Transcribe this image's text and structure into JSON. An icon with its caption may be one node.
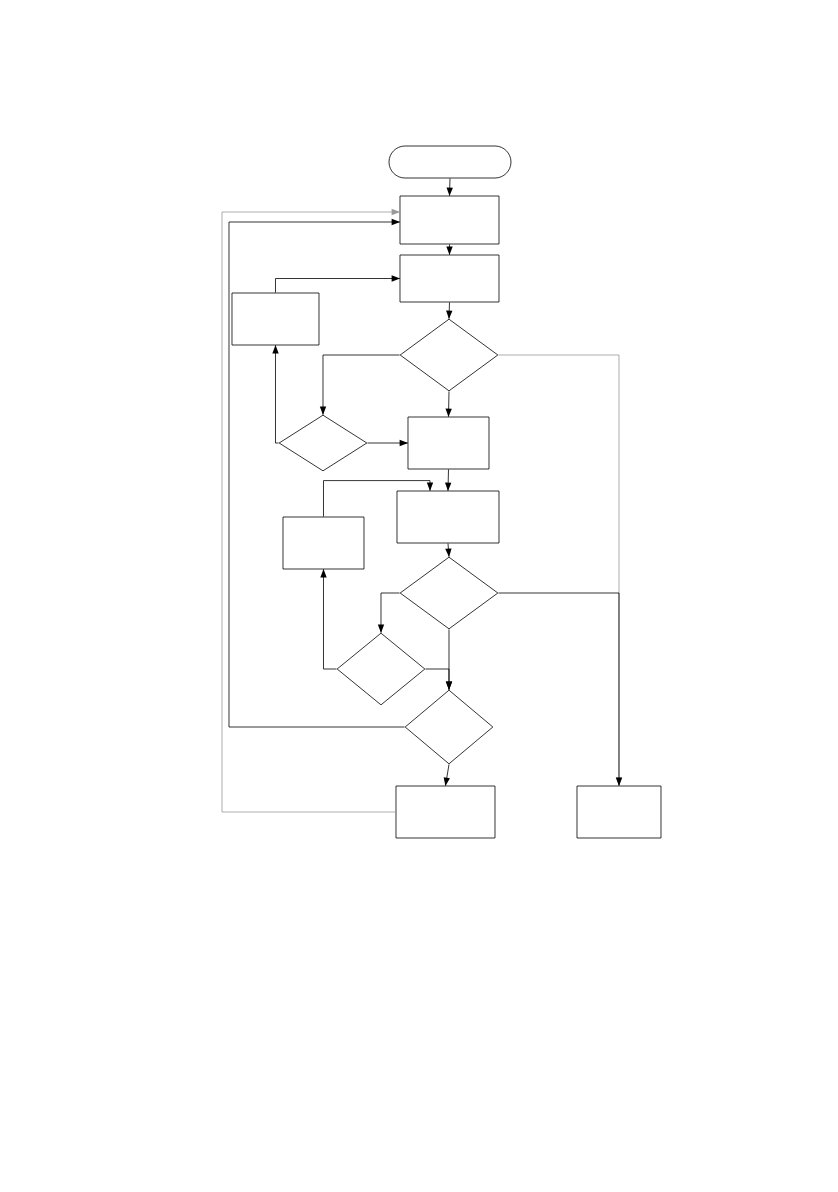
{
  "diagram": {
    "nodes": [
      {
        "text": [],
        "shape": "pill"
      },
      {
        "text": [],
        "shape": "box"
      },
      {
        "text": [],
        "shape": "box"
      },
      {
        "text": [],
        "shape": "box"
      },
      {
        "text": [],
        "shape": "diamond"
      },
      {
        "text": [],
        "shape": "diamond"
      },
      {
        "text": [],
        "shape": "box"
      },
      {
        "text": [],
        "shape": "box"
      },
      {
        "text": [],
        "shape": "box"
      },
      {
        "text": [],
        "shape": "diamond"
      },
      {
        "text": [],
        "shape": "diamond"
      },
      {
        "text": [],
        "shape": "diamond"
      },
      {
        "text": [],
        "shape": "box"
      },
      {
        "text": [],
        "shape": "box"
      }
    ],
    "edges": [
      {
        "from": 0,
        "to": 1,
        "arrow": "to"
      },
      {
        "from": 1,
        "to": 2,
        "arrow": "to"
      },
      {
        "from": 3,
        "to": 2,
        "arrow": "to"
      },
      {
        "from": 2,
        "to": 4,
        "arrow": "to"
      },
      {
        "from": 4,
        "to": 5,
        "arrow": "to"
      },
      {
        "from": 4,
        "to": 6,
        "arrow": "to"
      },
      {
        "from": 5,
        "to": 6,
        "arrow": "to"
      },
      {
        "from": 5,
        "to": 3,
        "arrow": "to"
      },
      {
        "from": 4,
        "to": 13,
        "arrow": "to",
        "color": "#999999"
      },
      {
        "from": 6,
        "to": 8,
        "arrow": "to"
      },
      {
        "from": 7,
        "to": 8,
        "arrow": "to"
      },
      {
        "from": 8,
        "to": 9,
        "arrow": "to"
      },
      {
        "from": 9,
        "to": 10,
        "arrow": "to"
      },
      {
        "from": 9,
        "to": 11,
        "arrow": "to"
      },
      {
        "from": 10,
        "to": 11,
        "arrow": "to"
      },
      {
        "from": 10,
        "to": 7,
        "arrow": "to"
      },
      {
        "from": 9,
        "to": 13,
        "arrow": "to"
      },
      {
        "from": 11,
        "to": 1,
        "arrow": "to"
      },
      {
        "from": 12,
        "to": 1,
        "arrow": "to",
        "color": "#999999"
      },
      {
        "from": 11,
        "to": 12,
        "arrow": "to"
      }
    ]
  }
}
